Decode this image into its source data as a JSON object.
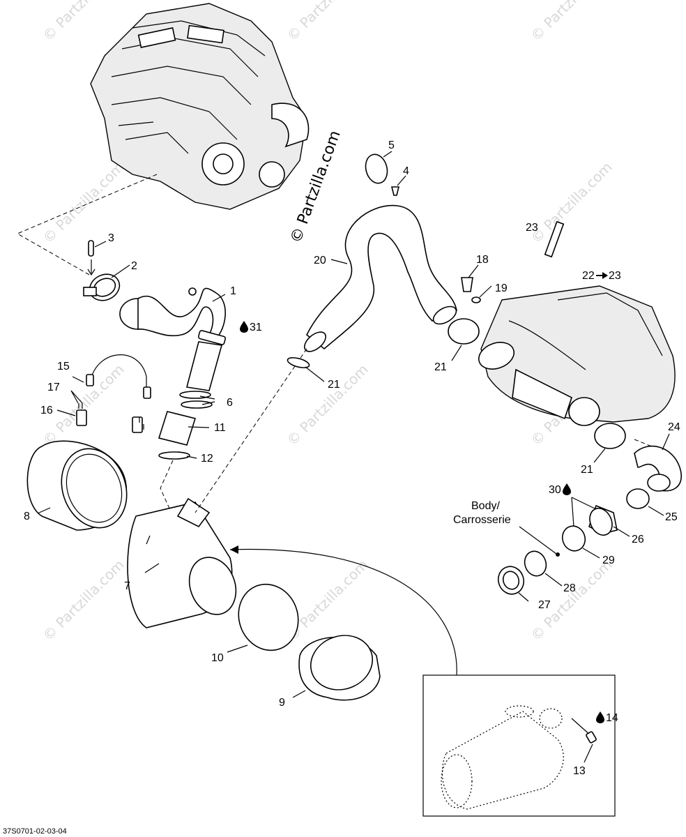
{
  "watermark_main": "© Partzilla.com",
  "watermark_tile": "© Partzilla.com",
  "reference_code": "37S0701-02-03-04",
  "body_label_line1": "Body/",
  "body_label_line2": "Carrosserie",
  "callouts": {
    "c1": "1",
    "c2": "2",
    "c3": "3",
    "c4": "4",
    "c5": "5",
    "c6": "6",
    "c7": "7",
    "c8": "8",
    "c9": "9",
    "c10": "10",
    "c11": "11",
    "c12": "12",
    "c13": "13",
    "c14": "14",
    "c15": "15",
    "c16": "16",
    "c17": "17",
    "c18": "18",
    "c19": "19",
    "c20": "20",
    "c21a": "21",
    "c21b": "21",
    "c21c": "21",
    "c22": "22",
    "c23a": "23",
    "c23b": "23",
    "c24": "24",
    "c25": "25",
    "c26": "26",
    "c27": "27",
    "c28": "28",
    "c29": "29",
    "c30": "30",
    "c31": "31"
  },
  "icons": {
    "drop": "lubricant-drop-icon",
    "arrow": "right-arrow-icon"
  }
}
